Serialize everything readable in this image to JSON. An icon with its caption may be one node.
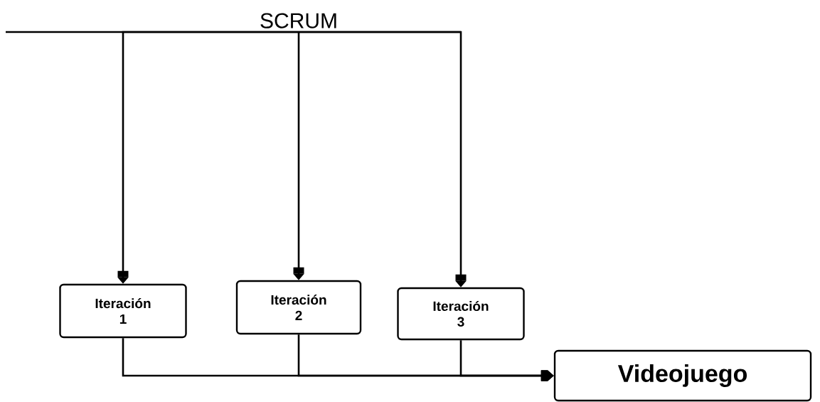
{
  "diagram": {
    "nodes": [
      {
        "text": [
          "SCRUM"
        ]
      },
      {
        "text": [
          "Iteración 1"
        ]
      },
      {
        "text": [
          "Iteración 2"
        ]
      },
      {
        "text": [
          "Iteración 3"
        ]
      },
      {
        "text": [
          "Videojuego"
        ]
      }
    ],
    "edges": [
      {
        "from": 0,
        "to": 1,
        "arrow": "to"
      },
      {
        "from": 0,
        "to": 2,
        "arrow": "to"
      },
      {
        "from": 0,
        "to": 3,
        "arrow": "to"
      },
      {
        "from": 1,
        "to": 4,
        "arrow": "to"
      },
      {
        "from": 2,
        "to": 4,
        "arrow": "to"
      },
      {
        "from": 3,
        "to": 4,
        "arrow": "to"
      }
    ]
  }
}
